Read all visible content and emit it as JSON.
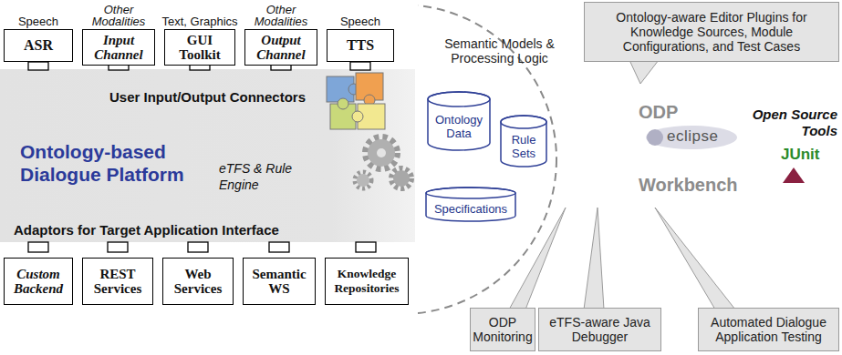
{
  "diagram": {
    "nodes": [
      {
        "text": [
          "Speech",
          "ASR"
        ]
      },
      {
        "text": [
          "Other Modalities",
          "Input Channel"
        ]
      },
      {
        "text": [
          "Text, Graphics",
          "GUI Toolkit"
        ]
      },
      {
        "text": [
          "Other Modalities",
          "Output Channel"
        ]
      },
      {
        "text": [
          "Speech",
          "TTS"
        ]
      },
      {
        "text": [
          "User Input/Output Connectors",
          "Ontology-based Dialogue Platform",
          "eTFS & Rule Engine",
          "Adaptors for Target Application Interface"
        ]
      },
      {
        "text": [
          "Custom Backend"
        ]
      },
      {
        "text": [
          "REST Services"
        ]
      },
      {
        "text": [
          "Web Services"
        ]
      },
      {
        "text": [
          "Semantic WS"
        ]
      },
      {
        "text": [
          "Knowledge Repositories"
        ]
      },
      {
        "text": [
          "Semantic Models & Processing Logic"
        ]
      },
      {
        "text": [
          "Ontology Data"
        ],
        "in": 11
      },
      {
        "text": [
          "Rule Sets"
        ],
        "in": 11
      },
      {
        "text": [
          "Specifications"
        ],
        "in": 11
      },
      {
        "text": [
          "Ontology-aware Editor Plugins for Knowledge Sources, Module Configurations, and Test Cases"
        ]
      },
      {
        "text": [
          "ODP Monitoring"
        ]
      },
      {
        "text": [
          "eTFS-aware Java Debugger"
        ]
      },
      {
        "text": [
          "Automated Dialogue Application Testing"
        ]
      }
    ],
    "labels": [
      "ODP",
      "Open Source Tools",
      "eclipse",
      "JUnit",
      "Workbench"
    ]
  }
}
